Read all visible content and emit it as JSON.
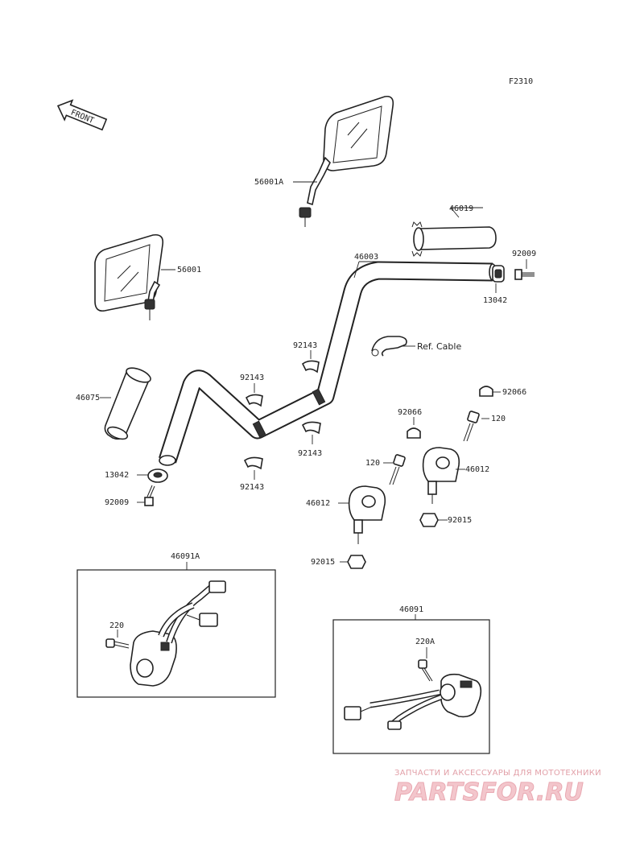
{
  "diagram": {
    "figure_code": "F2310",
    "front_label": "FRONT",
    "labels": {
      "p56001A": "56001A",
      "p56001": "56001",
      "p46019": "46019",
      "p46003": "46003",
      "p92009_r": "92009",
      "p13042_r": "13042",
      "ref_cable": "Ref. Cable",
      "p92143_a": "92143",
      "p92143_b": "92143",
      "p92143_c": "92143",
      "p92143_d": "92143",
      "p46075": "46075",
      "p13042_l": "13042",
      "p92009_l": "92009",
      "p92066_a": "92066",
      "p92066_b": "92066",
      "p120_a": "120",
      "p120_b": "120",
      "p46012_a": "46012",
      "p46012_b": "46012",
      "p92015_a": "92015",
      "p92015_b": "92015",
      "p46091A": "46091A",
      "p220": "220",
      "p46091": "46091",
      "p220A": "220A"
    }
  },
  "watermark": {
    "tagline": "ЗАПЧАСТИ И АКСЕССУАРЫ ДЛЯ МОТОТЕХНИКИ",
    "site": "PARTSFOR.RU"
  }
}
